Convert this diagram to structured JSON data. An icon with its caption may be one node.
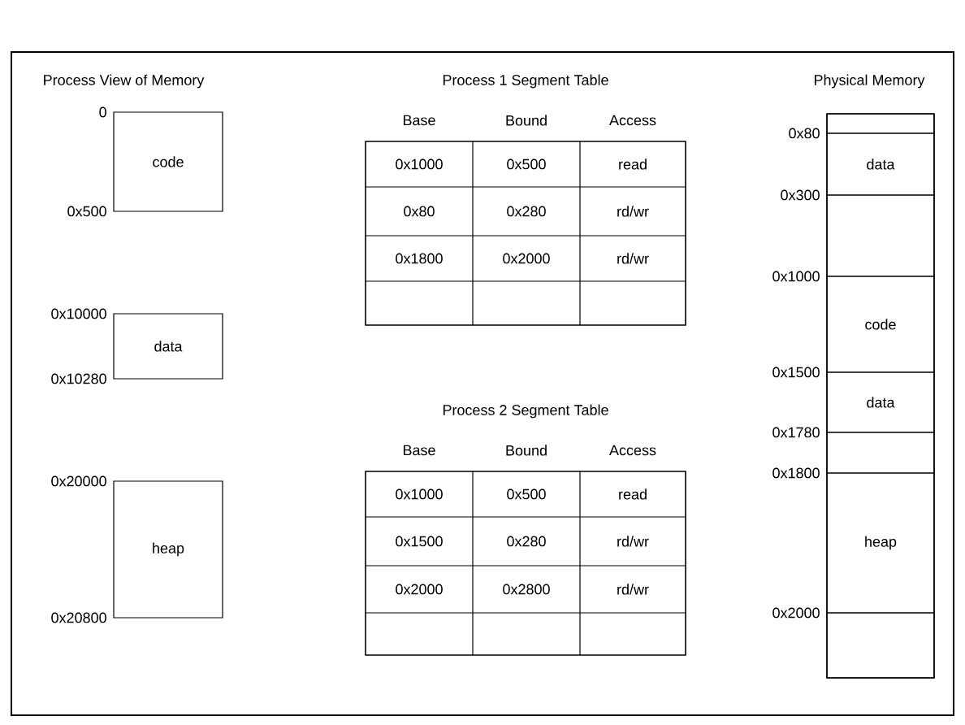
{
  "diagram": {
    "nodes": [
      {
        "text": [
          "code"
        ],
        "beside": [
          "0",
          "0x500"
        ]
      },
      {
        "text": [
          "data"
        ],
        "beside": [
          "0x10000",
          "0x10280"
        ]
      },
      {
        "text": [
          "heap"
        ],
        "beside": [
          "0x20000",
          "0x20800"
        ]
      },
      {
        "text": [
          "Physical Memory"
        ]
      },
      {
        "text": [],
        "shape": "box",
        "in": 3
      },
      {
        "text": [
          "data"
        ],
        "beside": [
          "0x80"
        ],
        "in": 3
      },
      {
        "text": [],
        "shape": "box",
        "beside": [
          "0x300"
        ],
        "in": 3
      },
      {
        "text": [
          "code"
        ],
        "beside": [
          "0x1000"
        ],
        "in": 3
      },
      {
        "text": [
          "data"
        ],
        "beside": [
          "0x1500"
        ],
        "in": 3
      },
      {
        "text": [],
        "shape": "box",
        "beside": [
          "0x1780"
        ],
        "in": 3
      },
      {
        "text": [
          "heap"
        ],
        "beside": [
          "0x1800"
        ],
        "in": 3
      },
      {
        "text": [],
        "shape": "box",
        "beside": [
          "0x2000"
        ],
        "in": 3
      }
    ],
    "edges": [],
    "labels": [
      "Process View of Memory",
      "Process 1 Segment Table",
      "Base",
      "Bound",
      "Access",
      "0x1000",
      "0x500",
      "read",
      "0x80",
      "0x280",
      "rd/wr",
      "0x1800",
      "0x2000",
      "rd/wr",
      "Process 2 Segment Table",
      "Base",
      "Bound",
      "Access",
      "0x1000",
      "0x500",
      "read",
      "0x1500",
      "0x280",
      "rd/wr",
      "0x2000",
      "0x2800",
      "rd/wr"
    ]
  }
}
